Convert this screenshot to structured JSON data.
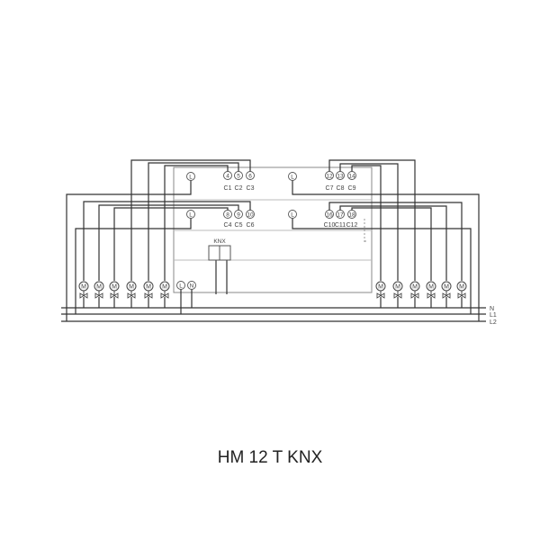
{
  "title": "HM 12 T KNX",
  "knx_label": "KNX",
  "line_label": "L",
  "neutral_label": "N",
  "motor_label": "M",
  "bus_labels": [
    "N",
    "L1",
    "L2"
  ],
  "groups": [
    {
      "terminals": [
        "4",
        "5",
        "6"
      ],
      "channels": [
        "C1",
        "C2",
        "C3"
      ]
    },
    {
      "terminals": [
        "8",
        "9",
        "10"
      ],
      "channels": [
        "C4",
        "C5",
        "C6"
      ]
    },
    {
      "terminals": [
        "12",
        "13",
        "14"
      ],
      "channels": [
        "C7",
        "C8",
        "C9"
      ]
    },
    {
      "terminals": [
        "16",
        "17",
        "18"
      ],
      "channels": [
        "C10",
        "C11",
        "C12"
      ]
    }
  ]
}
